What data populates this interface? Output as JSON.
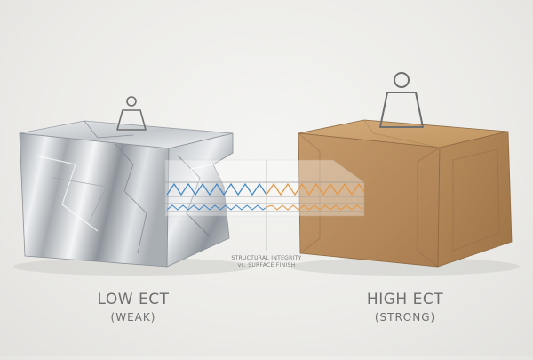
{
  "left_box": {
    "label": "LOW ECT",
    "sublabel": "(WEAK)",
    "weight_icon": "weight-icon",
    "finish_color": "#c9cdd1"
  },
  "right_box": {
    "label": "HIGH ECT",
    "sublabel": "(STRONG)",
    "weight_icon": "weight-icon",
    "finish_color": "#b58a5c"
  },
  "center_caption": {
    "line1": "STRUCTURAL INTEGRITY",
    "line2": "vs. SURFACE FINISH"
  },
  "colors": {
    "flute_weak": "#3f86c8",
    "flute_strong": "#e59540",
    "caption_text": "#6f6f6f"
  }
}
